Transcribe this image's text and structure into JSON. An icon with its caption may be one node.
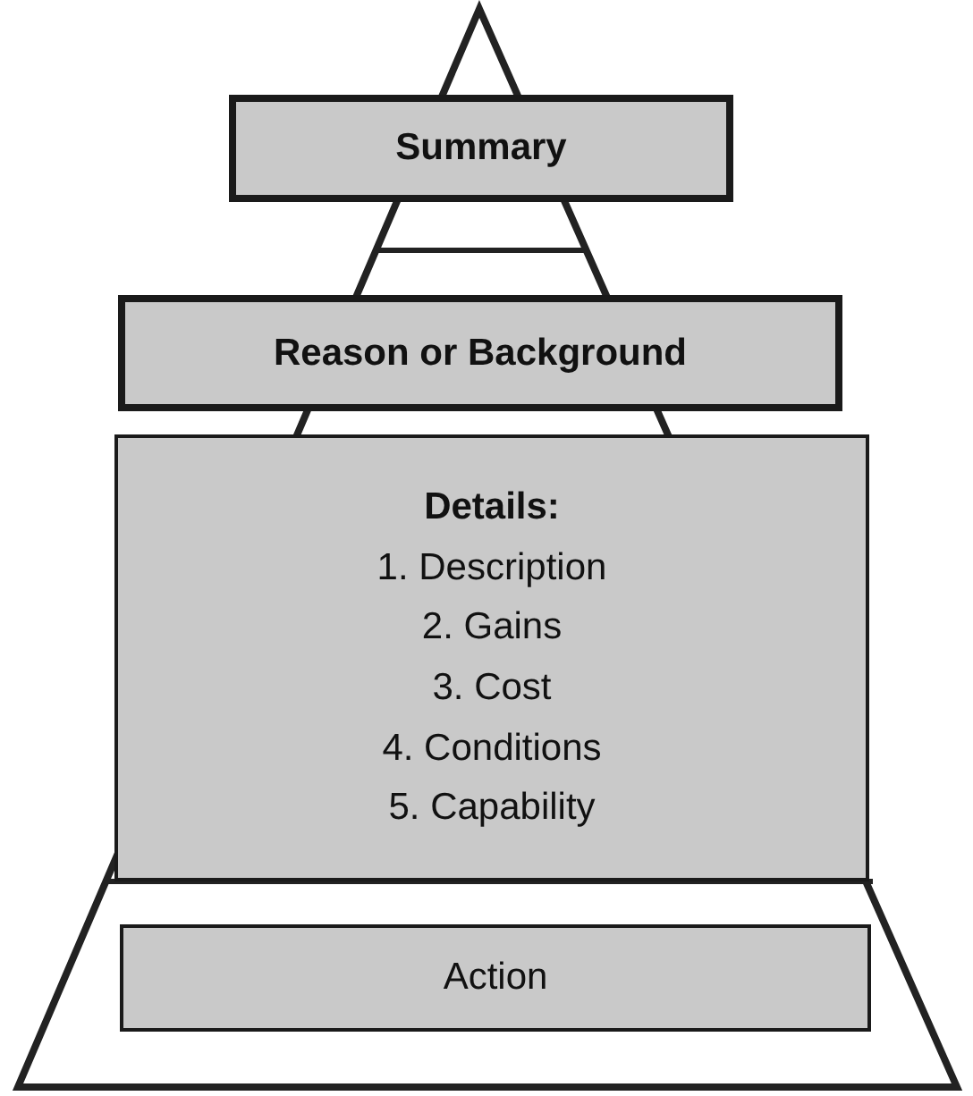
{
  "diagram": {
    "nodes": [
      {
        "text": [
          "Summary"
        ]
      },
      {
        "text": [
          "Reason or Background"
        ]
      },
      {
        "text": [
          "Details:",
          "1. Description",
          "2. Gains",
          "3. Cost",
          "4. Conditions",
          "5. Capability"
        ]
      },
      {
        "text": [
          "Action"
        ]
      }
    ]
  }
}
